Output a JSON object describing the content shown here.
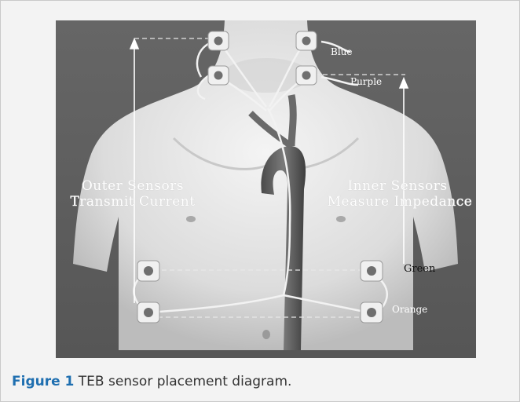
{
  "diagram": {
    "wire_labels": {
      "blue": "Blue",
      "purple": "Purple",
      "green": "Green",
      "orange": "Orange"
    },
    "outer_sensors": {
      "line1": "Outer Sensors",
      "line2": "Transmit Current"
    },
    "inner_sensors": {
      "line1": "Inner Sensors",
      "line2": "Measure Impedance"
    }
  },
  "caption": {
    "label": "Figure 1",
    "text": " TEB sensor placement diagram."
  },
  "colors": {
    "background": "#5b5b5b",
    "body": "#e6e6e6",
    "caption_label": "#1f6fb0"
  }
}
